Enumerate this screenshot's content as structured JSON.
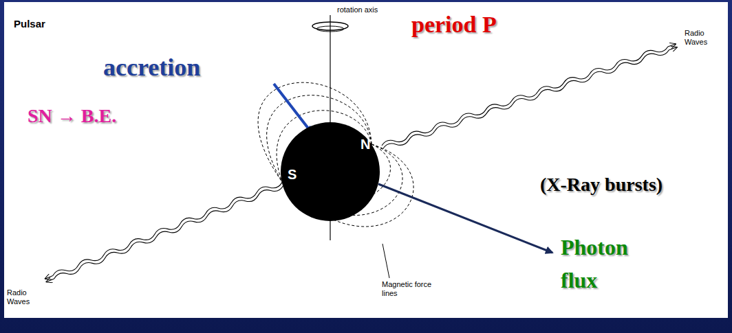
{
  "diagram": {
    "nodes": [
      {
        "text": [
          "N",
          "S"
        ]
      }
    ],
    "labels": [
      "Pulsar",
      "rotation axis",
      "period P",
      "Radio Waves",
      "accretion",
      "SN → B.E.",
      "(X-Ray bursts)",
      "Photon flux",
      "Magnetic force lines",
      "Radio Waves"
    ]
  }
}
